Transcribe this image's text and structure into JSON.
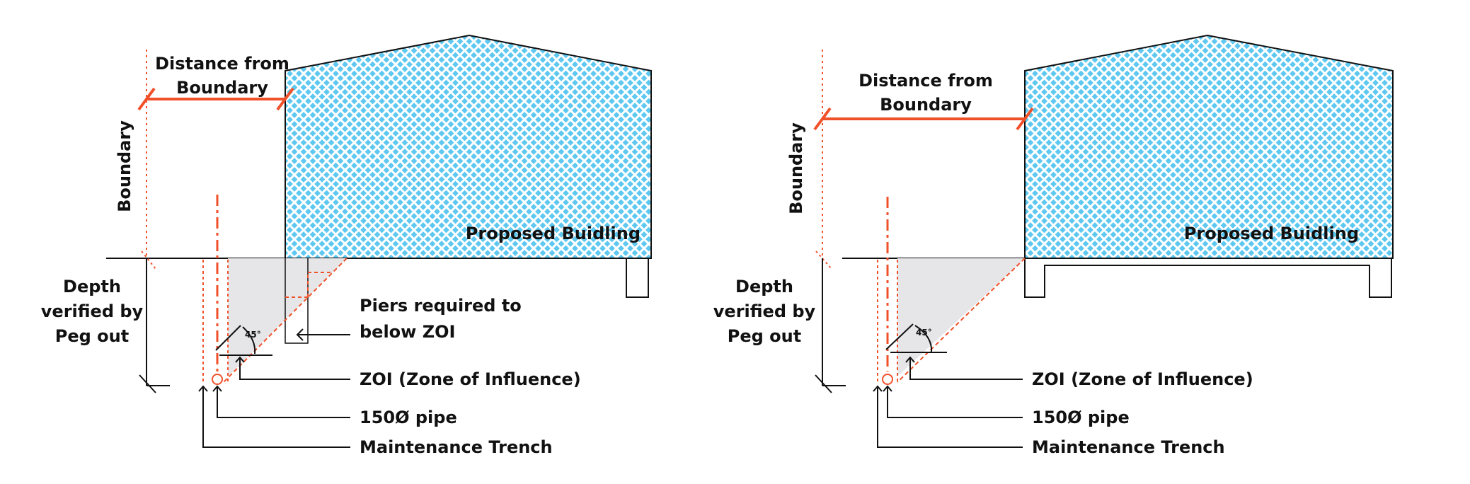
{
  "colors": {
    "accent": "#f0512a",
    "building_fill": "#5ec8f0",
    "zoi_fill": "#e6e6e8",
    "line": "#111111"
  },
  "left_diagram": {
    "distance_label_1": "Distance from",
    "distance_label_2": "Boundary",
    "boundary_label": "Boundary",
    "building_label": "Proposed Buidling",
    "depth_label_1": "Depth",
    "depth_label_2": "verified by",
    "depth_label_3": "Peg out",
    "angle_label": "45°",
    "piers_label_1": "Piers required to",
    "piers_label_2": "below ZOI",
    "zoi_label": "ZOI (Zone of Influence)",
    "pipe_label": "150Ø pipe",
    "trench_label": "Maintenance Trench"
  },
  "right_diagram": {
    "distance_label_1": "Distance from",
    "distance_label_2": "Boundary",
    "boundary_label": "Boundary",
    "building_label": "Proposed Buidling",
    "depth_label_1": "Depth",
    "depth_label_2": "verified by",
    "depth_label_3": "Peg out",
    "angle_label": "45°",
    "zoi_label": "ZOI (Zone of Influence)",
    "pipe_label": "150Ø pipe",
    "trench_label": "Maintenance Trench"
  }
}
